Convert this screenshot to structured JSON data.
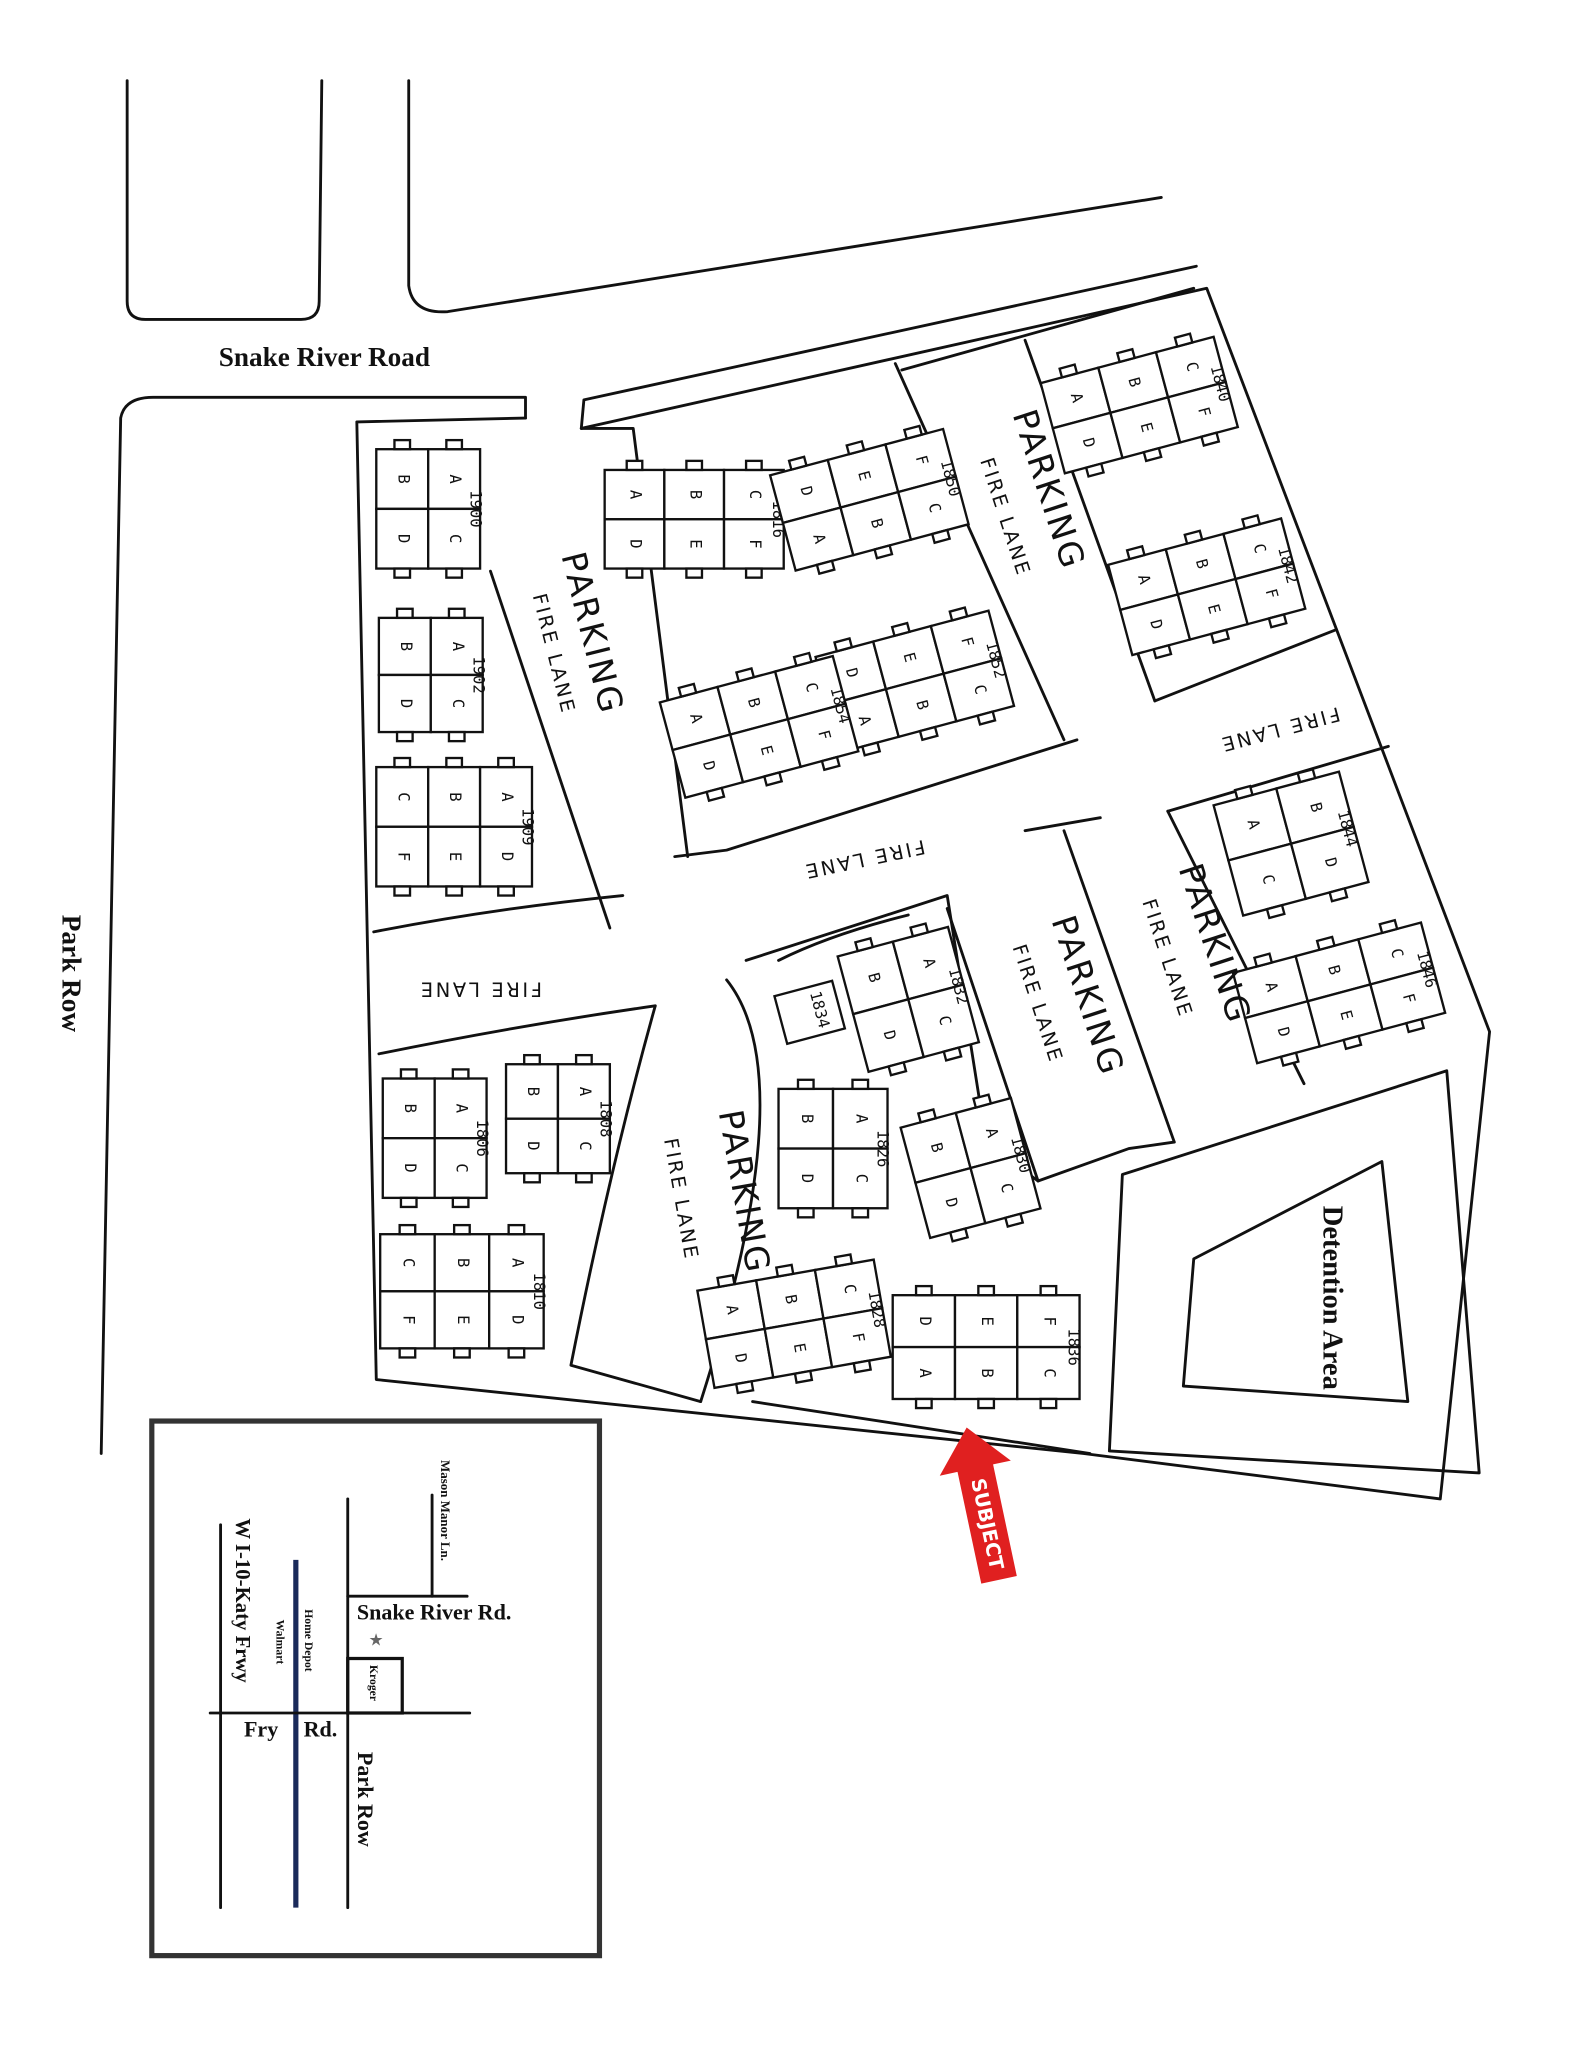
{
  "roads": {
    "snake_river_road": "Snake River Road",
    "park_row": "Park Row"
  },
  "areas": {
    "parking": "PARKING",
    "fire_lane": "FIRE LANE",
    "detention_area": "Detention Area"
  },
  "subject_marker": {
    "label": "SUBJECT",
    "color": "#e02020"
  },
  "buildings": [
    {
      "number": "1900",
      "units": [
        [
          "B",
          "D"
        ],
        [
          "A",
          "C"
        ]
      ]
    },
    {
      "number": "1902",
      "units": [
        [
          "B",
          "D"
        ],
        [
          "A",
          "C"
        ]
      ]
    },
    {
      "number": "1909",
      "units": [
        [
          "C",
          "F"
        ],
        [
          "B",
          "E"
        ],
        [
          "A",
          "D"
        ]
      ]
    },
    {
      "number": "1806",
      "units": [
        [
          "B",
          "D"
        ],
        [
          "A",
          "C"
        ]
      ]
    },
    {
      "number": "1808",
      "units": [
        [
          "B",
          "D"
        ],
        [
          "A",
          "C"
        ]
      ]
    },
    {
      "number": "1810",
      "units": [
        [
          "C",
          "F"
        ],
        [
          "B",
          "E"
        ],
        [
          "A",
          "D"
        ]
      ]
    },
    {
      "number": "1834",
      "units": []
    },
    {
      "number": "1832",
      "units": [
        [
          "B",
          "D"
        ],
        [
          "A",
          "C"
        ]
      ]
    },
    {
      "number": "1826",
      "units": [
        [
          "B",
          "D"
        ],
        [
          "A",
          "C"
        ]
      ]
    },
    {
      "number": "1830",
      "units": [
        [
          "B",
          "D"
        ],
        [
          "A",
          "C"
        ]
      ]
    },
    {
      "number": "1828",
      "units": [
        [
          "A",
          "D"
        ],
        [
          "B",
          "E"
        ],
        [
          "C",
          "F"
        ]
      ]
    },
    {
      "number": "1836",
      "units": [
        [
          "D",
          "A"
        ],
        [
          "E",
          "B"
        ],
        [
          "F",
          "C"
        ]
      ]
    },
    {
      "number": "1816",
      "units": [
        [
          "A",
          "D"
        ],
        [
          "B",
          "E"
        ],
        [
          "C",
          "F"
        ]
      ]
    },
    {
      "number": "1850",
      "units": [
        [
          "D",
          "A"
        ],
        [
          "E",
          "B"
        ],
        [
          "F",
          "C"
        ]
      ]
    },
    {
      "number": "1852",
      "units": [
        [
          "D",
          "A"
        ],
        [
          "E",
          "B"
        ],
        [
          "F",
          "C"
        ]
      ]
    },
    {
      "number": "1854",
      "units": [
        [
          "A",
          "D"
        ],
        [
          "B",
          "E"
        ],
        [
          "C",
          "F"
        ]
      ]
    },
    {
      "number": "1840",
      "units": [
        [
          "A",
          "D"
        ],
        [
          "B",
          "E"
        ],
        [
          "C",
          "F"
        ]
      ]
    },
    {
      "number": "1842",
      "units": [
        [
          "A",
          "D"
        ],
        [
          "B",
          "E"
        ],
        [
          "C",
          "F"
        ]
      ]
    },
    {
      "number": "1844",
      "units": [
        [
          "A",
          "C"
        ],
        [
          "B",
          "D"
        ]
      ]
    },
    {
      "number": "1846",
      "units": [
        [
          "A",
          "D"
        ],
        [
          "B",
          "E"
        ],
        [
          "C",
          "F"
        ]
      ]
    }
  ],
  "inset_map": {
    "snake_river_rd": "Snake River Rd.",
    "mason_manor_ln": "Mason Manor Ln.",
    "fry": "Fry",
    "rd": "Rd.",
    "park_row": "Park Row",
    "katy_frwy": "W I-10-Katy Frwy",
    "walmart": "Walmart",
    "home_depot": "Home Depot",
    "kroger": "Kroger",
    "subject_star": "★",
    "highlight_color": "#1a2a5a"
  }
}
